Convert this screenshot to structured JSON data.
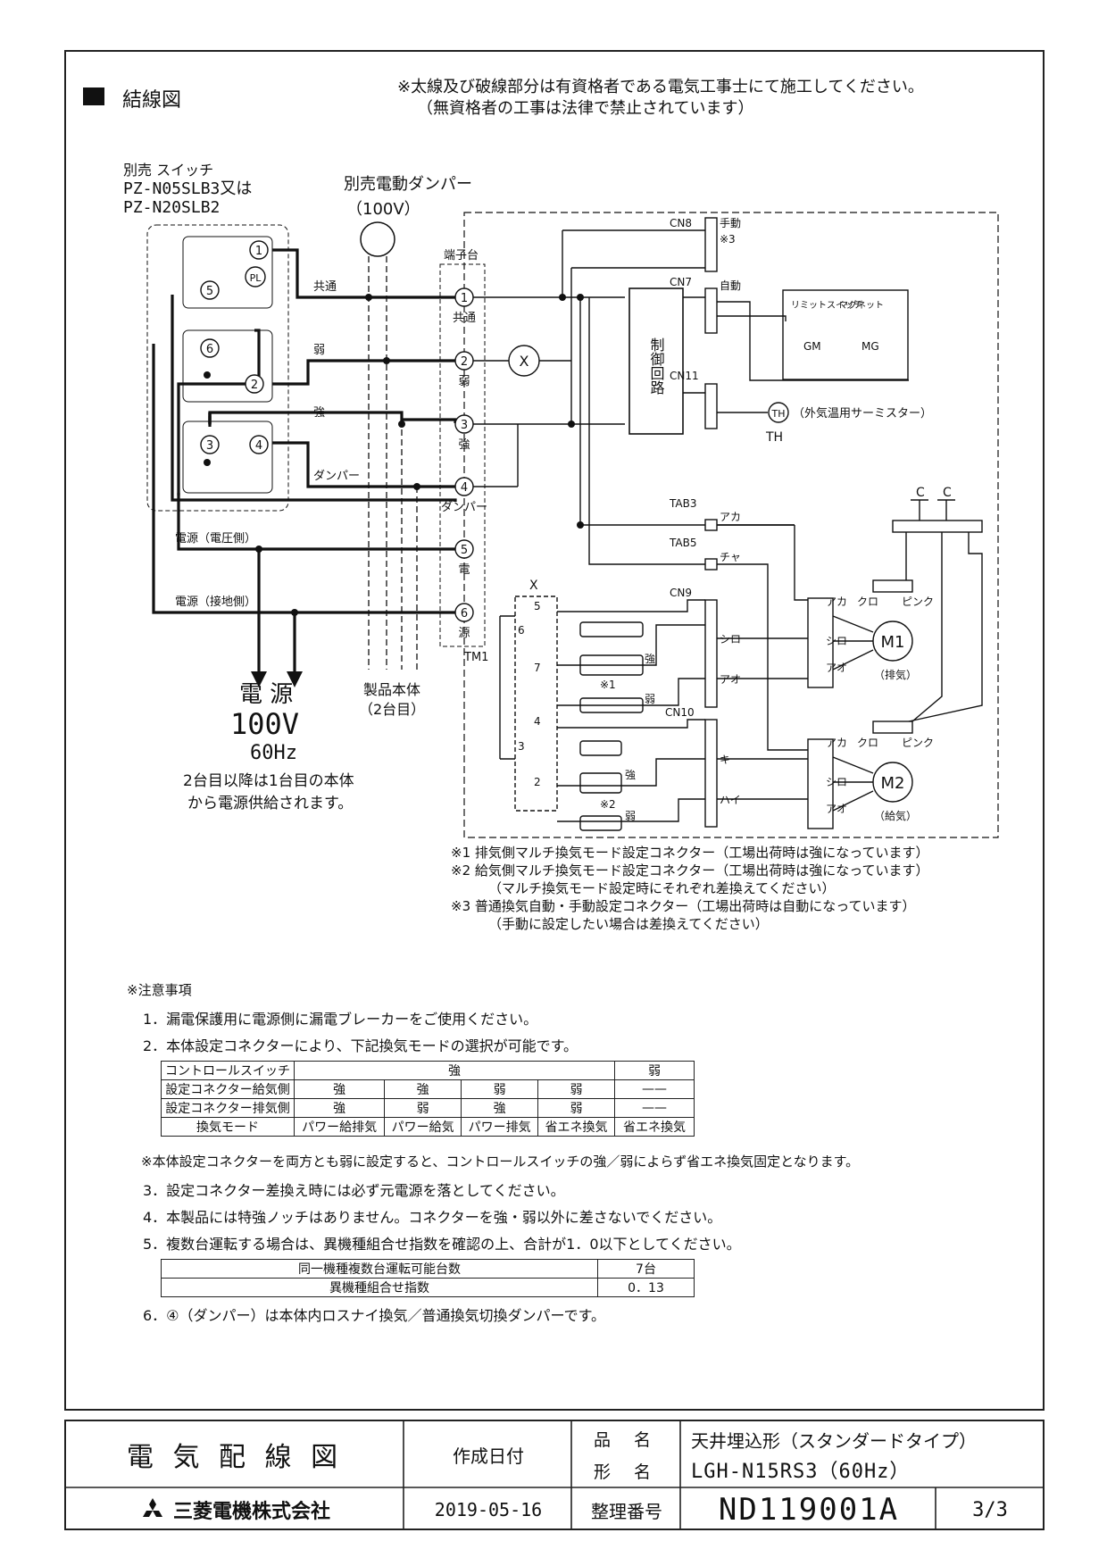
{
  "header": {
    "section_title": "結線図",
    "note_line1": "※太線及び破線部分は有資格者である電気工事士にて施工してください。",
    "note_line2": "（無資格者の工事は法律で禁止されています）"
  },
  "diagram": {
    "switch_label_1": "別売 スイッチ",
    "switch_label_2": "PZ-N05SLB3又は",
    "switch_label_3": "PZ-N20SLB2",
    "damper_label_1": "別売電動ダンパー",
    "damper_label_2": "（100V）",
    "terminal_block_label": "端子台",
    "tm1": "TM1",
    "wire_common": "共通",
    "wire_weak": "弱",
    "wire_strong": "強",
    "wire_damper": "ダンパー",
    "wire_power_voltage": "電源（電圧側）",
    "wire_power_ground": "電源（接地側）",
    "terminals": [
      {
        "num": "1",
        "label": "共通"
      },
      {
        "num": "2",
        "label": "弱"
      },
      {
        "num": "3",
        "label": "強"
      },
      {
        "num": "4",
        "label": "ダンパー"
      },
      {
        "num": "5",
        "label": "電"
      },
      {
        "num": "6",
        "label": "源"
      }
    ],
    "switch_nodes": [
      "1",
      "5",
      "6",
      "2",
      "3",
      "4"
    ],
    "pl": "PL",
    "relay_x": "X",
    "control_circuit": "制御回路",
    "cn8": "CN8",
    "cn8_manual": "手動",
    "cn8_note": "※3",
    "cn7": "CN7",
    "cn7_auto": "自動",
    "cn11": "CN11",
    "limit_switch": "リミットスイッチ",
    "magnet": "マグネット",
    "gm": "GM",
    "mg": "MG",
    "thermistor": "（外気温用サーミスター）",
    "th": "TH",
    "tab3": "TAB3",
    "tab3_color": "アカ",
    "tab5": "TAB5",
    "tab5_color": "チャ",
    "cn9": "CN9",
    "cn10": "CN10",
    "x_block": "X",
    "relay_contacts": [
      "5",
      "6",
      "7",
      "4",
      "3",
      "2"
    ],
    "strong": "強",
    "weak": "弱",
    "note1": "※1",
    "note2": "※2",
    "cn9_pins": [
      "シロ",
      "アオ"
    ],
    "cn10_pins": [
      "キ",
      "ハイ"
    ],
    "motor1": "M1",
    "motor1_label": "（排気）",
    "motor2": "M2",
    "motor2_label": "（給気）",
    "motor_pins": [
      "アカ",
      "シロ",
      "アオ"
    ],
    "capacitor": "C",
    "kuro": "クロ",
    "pink": "ピンク",
    "power_label": "電 源",
    "power_voltage": "100V",
    "power_freq": "60Hz",
    "power_note_1": "2台目以降は1台目の本体",
    "power_note_2": "から電源供給されます。",
    "product_label_1": "製品本体",
    "product_label_2": "（2台目）"
  },
  "footnotes": [
    "※1 排気側マルチ換気モード設定コネクター（工場出荷時は強になっています）",
    "※2 給気側マルチ換気モード設定コネクター（工場出荷時は強になっています）",
    "（マルチ換気モード設定時にそれぞれ差換えてください）",
    "※3 普通換気自動・手動設定コネクター（工場出荷時は自動になっています）",
    "（手動に設定したい場合は差換えてください）"
  ],
  "cautions": {
    "heading": "※注意事項",
    "item1": "1．漏電保護用に電源側に漏電ブレーカーをご使用ください。",
    "item2": "2．本体設定コネクターにより、下記換気モードの選択が可能です。",
    "mode_table": {
      "r0": [
        "コントロールスイッチ",
        "強",
        "弱"
      ],
      "r1": [
        "設定コネクター給気側",
        "強",
        "強",
        "弱",
        "弱",
        "——"
      ],
      "r2": [
        "設定コネクター排気側",
        "強",
        "弱",
        "強",
        "弱",
        "——"
      ],
      "r3": [
        "換気モード",
        "パワー給排気",
        "パワー給気",
        "パワー排気",
        "省エネ換気",
        "省エネ換気"
      ]
    },
    "item2_note": "※本体設定コネクターを両方とも弱に設定すると、コントロールスイッチの強／弱によらず省エネ換気固定となります。",
    "item3": "3．設定コネクター差換え時には必ず元電源を落としてください。",
    "item4": "4．本製品には特強ノッチはありません。コネクターを強・弱以外に差さないでください。",
    "item5": "5．複数台運転する場合は、異機種組合せ指数を確認の上、合計が1．0以下としてください。",
    "multi_table": [
      [
        "同一機種複数台運転可能台数",
        "7台"
      ],
      [
        "異機種組合せ指数",
        "0．13"
      ]
    ],
    "item6": "6．④（ダンパー）は本体内ロスナイ換気／普通換気切換ダンパーです。"
  },
  "title_block": {
    "doc_title": "電 気 配 線 図",
    "created_label": "作成日付",
    "created_date": "2019-05-16",
    "product_name_label": "品 名",
    "model_label": "形 名",
    "product_name": "天井埋込形（スタンダードタイプ）",
    "model": "LGH-N15RS3（60Hz）",
    "control_no_label": "整理番号",
    "control_no": "ND119001A",
    "page": "3/3",
    "company": "三菱電機株式会社"
  }
}
